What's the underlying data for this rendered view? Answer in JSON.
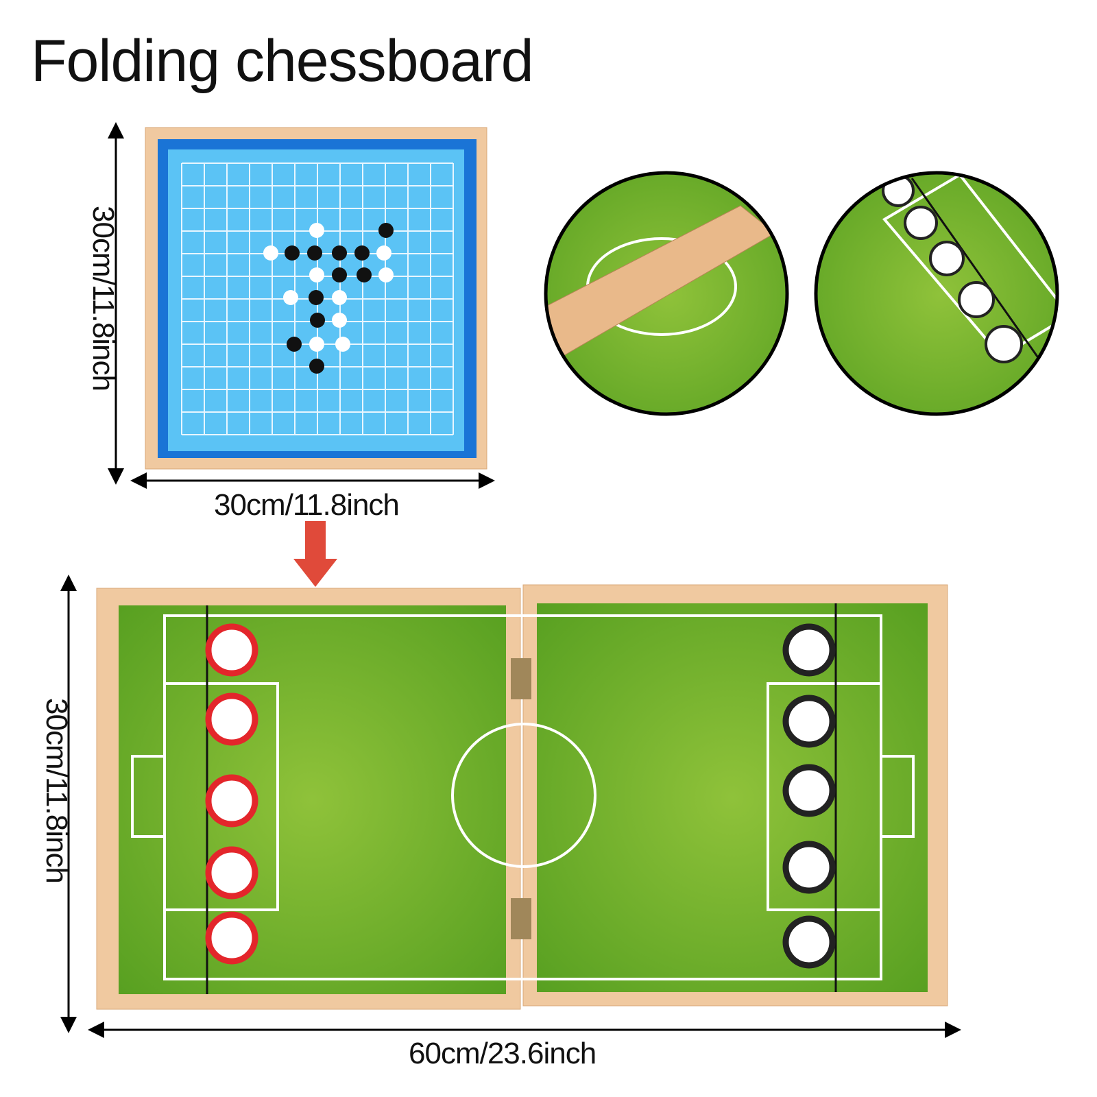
{
  "title": "Folding chessboard",
  "dimensions": {
    "small_height": "30cm/11.8inch",
    "small_width": "30cm/11.8inch",
    "large_height": "30cm/11.8inch",
    "large_width": "60cm/23.6inch"
  },
  "colors": {
    "wood": "#f0c9a0",
    "board_blue": "#5bc3f5",
    "board_dark_blue": "#1a74d6",
    "field_green": "#6fb12a",
    "arrow_red": "#e04a3a"
  }
}
